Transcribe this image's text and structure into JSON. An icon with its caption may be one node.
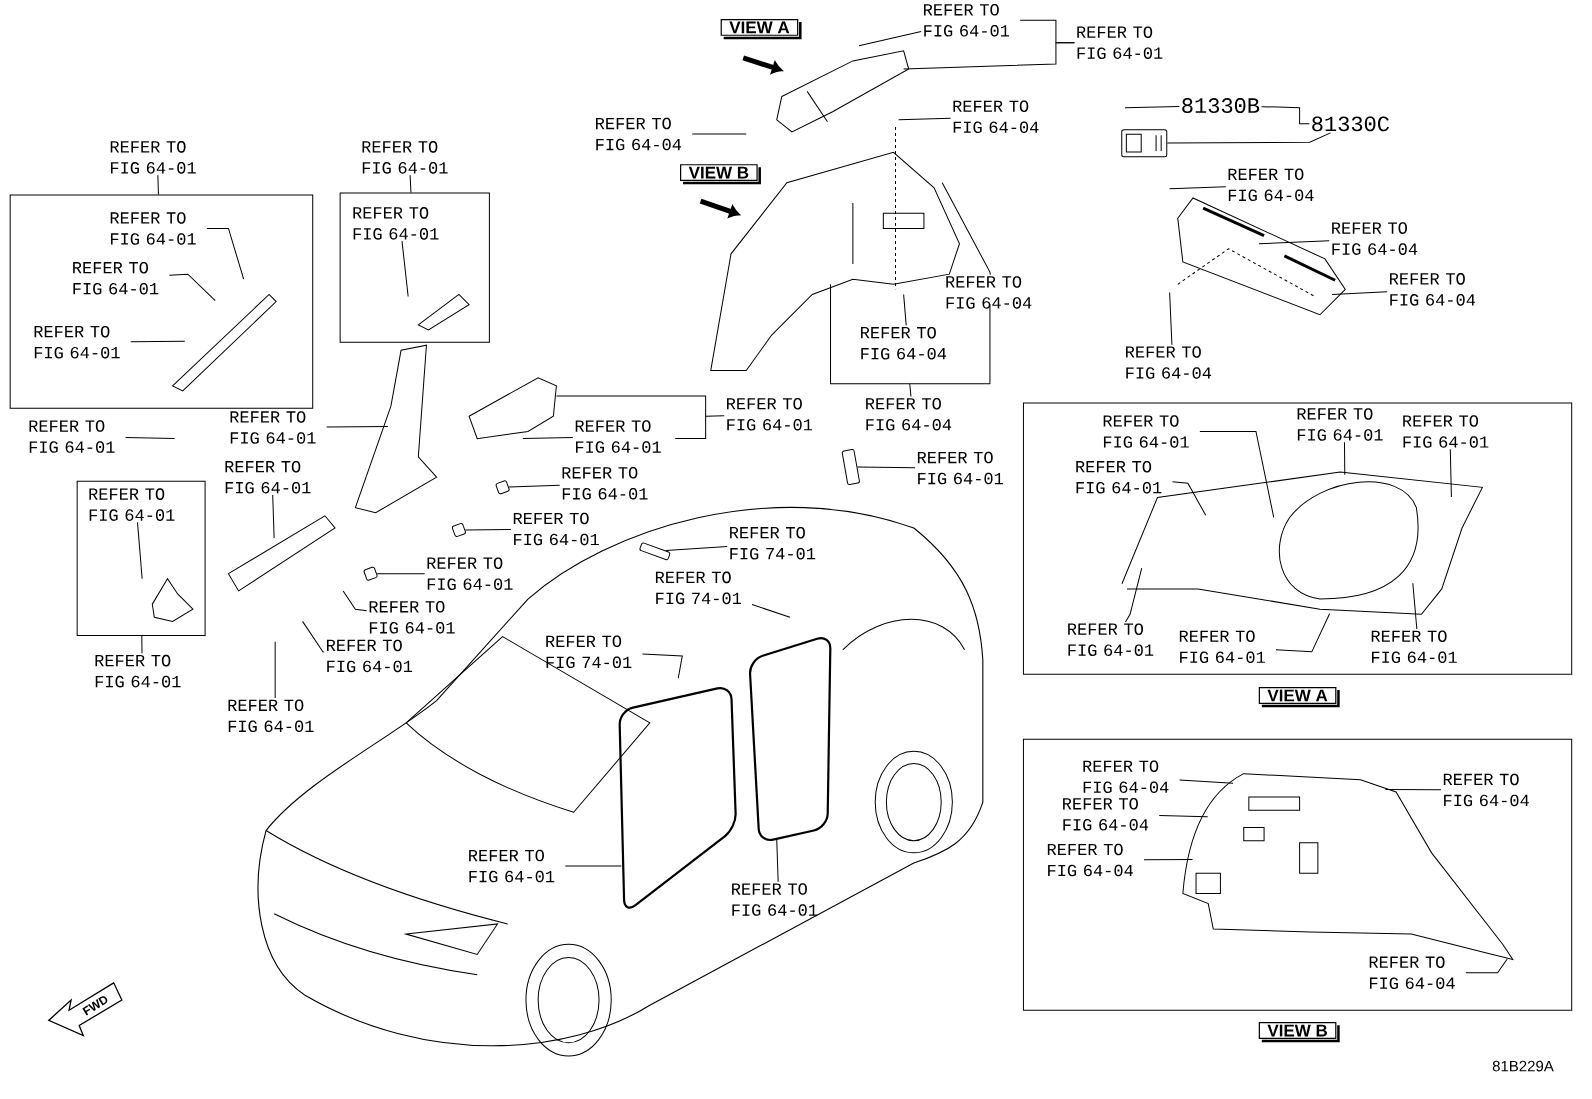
{
  "diagram": {
    "nodes": [
      {
        "text": [
          "VIEW A"
        ]
      },
      {
        "text": [
          "REFER TO FIG 64-01"
        ]
      },
      {
        "text": [
          "REFER TO FIG 64-01"
        ]
      },
      {
        "text": [
          "REFER TO FIG 64-04"
        ]
      },
      {
        "text": [
          "VIEW B"
        ]
      },
      {
        "text": [
          "REFER TO FIG 64-04"
        ]
      },
      {
        "text": [
          "81330B"
        ]
      },
      {
        "text": [
          "81330C"
        ]
      },
      {
        "text": [
          "REFER TO FIG 64-04"
        ]
      },
      {
        "text": [
          "REFER TO FIG 64-04"
        ]
      },
      {
        "text": [
          "REFER TO FIG 64-04"
        ]
      },
      {
        "text": [
          "REFER TO FIG 64-04"
        ]
      },
      {
        "text": [
          "REFER TO FIG 64-04"
        ]
      },
      {
        "text": [
          "REFER TO FIG 64-04"
        ]
      },
      {
        "text": [
          "REFER TO FIG 64-04"
        ]
      },
      {
        "text": [
          "REFER TO FIG 64-01"
        ]
      },
      {
        "text": [],
        "shape": "box"
      },
      {
        "text": [
          "REFER TO FIG 64-01"
        ],
        "in": 16
      },
      {
        "text": [
          "REFER TO FIG 64-01"
        ],
        "in": 16
      },
      {
        "text": [
          "REFER TO FIG 64-01"
        ],
        "in": 16
      },
      {
        "text": [
          "REFER TO FIG 64-01"
        ]
      },
      {
        "text": [],
        "shape": "box"
      },
      {
        "text": [
          "REFER TO FIG 64-01"
        ],
        "in": 21
      },
      {
        "text": [
          "REFER TO FIG 64-01"
        ]
      },
      {
        "text": [
          "REFER TO FIG 64-01"
        ]
      },
      {
        "text": [
          "REFER TO FIG 64-01"
        ]
      },
      {
        "text": [
          "REFER TO FIG 64-01"
        ]
      },
      {
        "text": [
          "REFER TO FIG 64-01"
        ]
      },
      {
        "text": [
          "REFER TO FIG 64-01"
        ]
      },
      {
        "text": [
          "REFER TO FIG 64-01"
        ]
      },
      {
        "text": [
          "REFER TO FIG 64-01"
        ]
      },
      {
        "text": [],
        "shape": "box"
      },
      {
        "text": [
          "REFER TO FIG 64-01"
        ],
        "in": 31
      },
      {
        "text": [
          "REFER TO FIG 64-01"
        ]
      },
      {
        "text": [
          "REFER TO FIG 64-01"
        ]
      },
      {
        "text": [
          "REFER TO FIG 74-01"
        ]
      },
      {
        "text": [
          "REFER TO FIG 64-01"
        ]
      },
      {
        "text": [
          "REFER TO FIG 74-01"
        ]
      },
      {
        "text": [
          "REFER TO FIG 64-01"
        ]
      },
      {
        "text": [
          "REFER TO FIG 74-01"
        ]
      },
      {
        "text": [
          "REFER TO FIG 64-01"
        ]
      },
      {
        "text": [
          "REFER TO FIG 64-01"
        ]
      },
      {
        "text": [
          "REFER TO FIG 64-01"
        ]
      },
      {
        "text": [],
        "shape": "box"
      },
      {
        "text": [
          "REFER TO FIG 64-01"
        ],
        "in": 43
      },
      {
        "text": [
          "REFER TO FIG 64-01"
        ],
        "in": 43
      },
      {
        "text": [
          "REFER TO FIG 64-01"
        ],
        "in": 43
      },
      {
        "text": [
          "REFER TO FIG 64-01"
        ],
        "in": 43
      },
      {
        "text": [
          "REFER TO FIG 64-01"
        ],
        "in": 43
      },
      {
        "text": [
          "REFER TO FIG 64-01"
        ],
        "in": 43
      },
      {
        "text": [
          "REFER TO FIG 64-01"
        ],
        "in": 43
      },
      {
        "text": [
          "VIEW A"
        ]
      },
      {
        "text": [],
        "shape": "box"
      },
      {
        "text": [
          "REFER TO FIG 64-04"
        ],
        "in": 52
      },
      {
        "text": [
          "REFER TO FIG 64-04"
        ],
        "in": 52
      },
      {
        "text": [
          "REFER TO FIG 64-04"
        ],
        "in": 52
      },
      {
        "text": [
          "REFER TO FIG 64-04"
        ],
        "in": 52
      },
      {
        "text": [
          "REFER TO FIG 64-04"
        ],
        "in": 52
      },
      {
        "text": [
          "VIEW B"
        ]
      },
      {
        "text": [],
        "shape": "picture"
      },
      {
        "text": [],
        "shape": "picture"
      },
      {
        "text": [],
        "shape": "picture"
      },
      {
        "text": [],
        "shape": "picture"
      },
      {
        "text": [],
        "shape": "picture"
      },
      {
        "text": [],
        "shape": "picture",
        "in": 43
      },
      {
        "text": [],
        "shape": "picture",
        "in": 52
      },
      {
        "text": [],
        "shape": "picture"
      }
    ],
    "edges": [
      {
        "from": 1,
        "to": null,
        "arrow": "none"
      },
      {
        "from": 1,
        "to": 2,
        "arrow": "none"
      },
      {
        "from": 2,
        "to": null,
        "arrow": "none"
      },
      {
        "from": 3,
        "to": null,
        "arrow": "none"
      },
      {
        "from": 5,
        "to": null,
        "arrow": "none"
      },
      {
        "from": 6,
        "to": null,
        "arrow": "none"
      },
      {
        "from": 6,
        "to": 7,
        "arrow": "none"
      },
      {
        "from": 7,
        "to": 66,
        "arrow": "none"
      },
      {
        "from": 8,
        "to": null,
        "arrow": "none"
      },
      {
        "from": 9,
        "to": null,
        "arrow": "none"
      },
      {
        "from": 10,
        "to": null,
        "arrow": "none"
      },
      {
        "from": 11,
        "to": null,
        "arrow": "none"
      },
      {
        "from": 12,
        "to": null,
        "arrow": "none"
      },
      {
        "from": 13,
        "to": null,
        "arrow": "none"
      },
      {
        "from": 14,
        "to": null,
        "arrow": "none"
      },
      {
        "from": 15,
        "to": 16,
        "arrow": "none"
      },
      {
        "from": 17,
        "to": null,
        "arrow": "none"
      },
      {
        "from": 18,
        "to": null,
        "arrow": "none"
      },
      {
        "from": 19,
        "to": null,
        "arrow": "none"
      },
      {
        "from": 20,
        "to": 21,
        "arrow": "none"
      },
      {
        "from": 22,
        "to": null,
        "arrow": "none"
      },
      {
        "from": 23,
        "to": null,
        "arrow": "none"
      },
      {
        "from": 24,
        "to": null,
        "arrow": "none"
      },
      {
        "from": 25,
        "to": null,
        "arrow": "none"
      },
      {
        "from": 26,
        "to": null,
        "arrow": "none"
      },
      {
        "from": 27,
        "to": 60,
        "arrow": "none"
      },
      {
        "from": 28,
        "to": 59,
        "arrow": "none"
      },
      {
        "from": 29,
        "to": 61,
        "arrow": "none"
      },
      {
        "from": 30,
        "to": null,
        "arrow": "none"
      },
      {
        "from": 32,
        "to": null,
        "arrow": "none"
      },
      {
        "from": 33,
        "to": 31,
        "arrow": "none"
      },
      {
        "from": 34,
        "to": 62,
        "arrow": "none"
      },
      {
        "from": 35,
        "to": 63,
        "arrow": "none"
      },
      {
        "from": 36,
        "to": null,
        "arrow": "none"
      },
      {
        "from": 37,
        "to": null,
        "arrow": "none"
      },
      {
        "from": 38,
        "to": null,
        "arrow": "none"
      },
      {
        "from": 39,
        "to": null,
        "arrow": "none"
      },
      {
        "from": 40,
        "to": null,
        "arrow": "none"
      },
      {
        "from": 41,
        "to": null,
        "arrow": "none"
      },
      {
        "from": 42,
        "to": null,
        "arrow": "none"
      },
      {
        "from": 44,
        "to": 64,
        "arrow": "none"
      },
      {
        "from": 45,
        "to": 64,
        "arrow": "none"
      },
      {
        "from": 46,
        "to": 64,
        "arrow": "none"
      },
      {
        "from": 47,
        "to": 64,
        "arrow": "none"
      },
      {
        "from": 48,
        "to": 64,
        "arrow": "none"
      },
      {
        "from": 49,
        "to": 64,
        "arrow": "none"
      },
      {
        "from": 50,
        "to": 64,
        "arrow": "none"
      },
      {
        "from": 53,
        "to": 65,
        "arrow": "none"
      },
      {
        "from": 54,
        "to": 65,
        "arrow": "none"
      },
      {
        "from": 55,
        "to": 65,
        "arrow": "none"
      },
      {
        "from": 56,
        "to": 65,
        "arrow": "none"
      },
      {
        "from": 57,
        "to": 65,
        "arrow": "none"
      }
    ],
    "labels": [
      "FWD",
      "81B229A"
    ]
  }
}
